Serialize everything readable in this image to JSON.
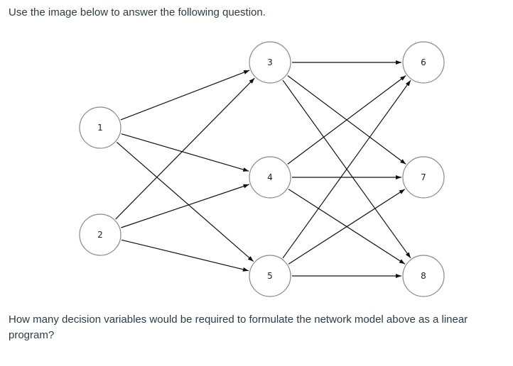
{
  "intro_text": "Use the image below to answer the following question.",
  "question_text": "How many decision variables would be required to formulate the network model above as a linear program?",
  "network": {
    "nodes": [
      {
        "id": 1,
        "label": "1"
      },
      {
        "id": 2,
        "label": "2"
      },
      {
        "id": 3,
        "label": "3"
      },
      {
        "id": 4,
        "label": "4"
      },
      {
        "id": 5,
        "label": "5"
      },
      {
        "id": 6,
        "label": "6"
      },
      {
        "id": 7,
        "label": "7"
      },
      {
        "id": 8,
        "label": "8"
      }
    ],
    "arcs": [
      {
        "from": 1,
        "to": 3
      },
      {
        "from": 1,
        "to": 4
      },
      {
        "from": 1,
        "to": 5
      },
      {
        "from": 2,
        "to": 3
      },
      {
        "from": 2,
        "to": 4
      },
      {
        "from": 2,
        "to": 5
      },
      {
        "from": 3,
        "to": 6
      },
      {
        "from": 3,
        "to": 7
      },
      {
        "from": 3,
        "to": 8
      },
      {
        "from": 4,
        "to": 6
      },
      {
        "from": 4,
        "to": 7
      },
      {
        "from": 4,
        "to": 8
      },
      {
        "from": 5,
        "to": 6
      },
      {
        "from": 5,
        "to": 7
      },
      {
        "from": 5,
        "to": 8
      }
    ]
  }
}
